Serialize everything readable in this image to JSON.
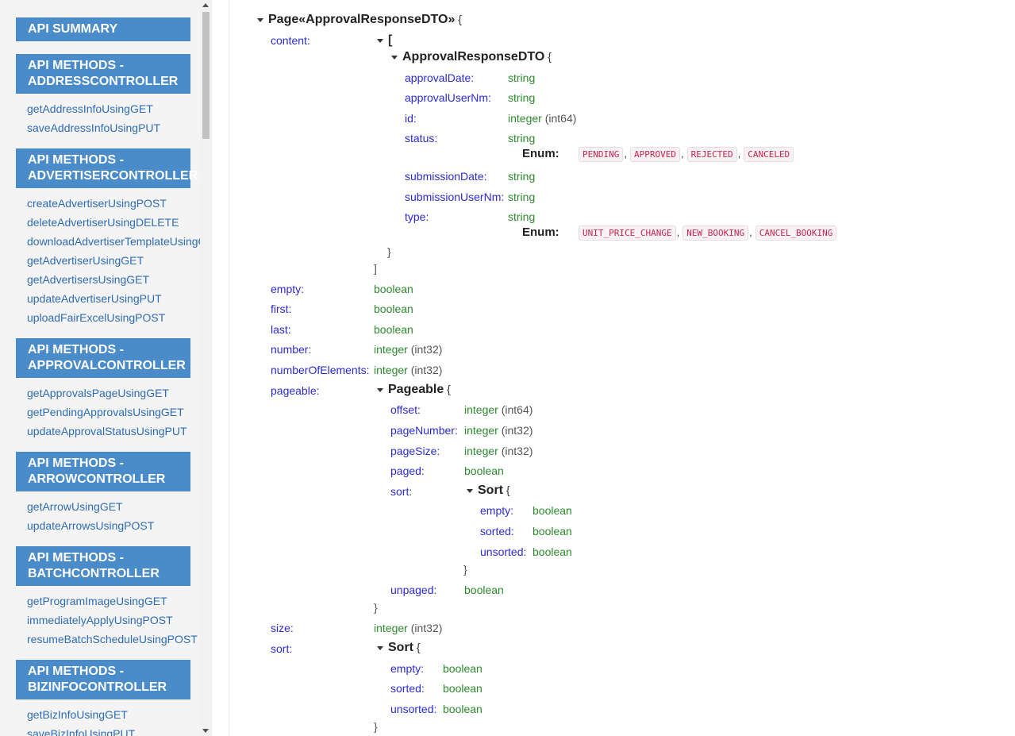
{
  "sidebar": {
    "summary_label": "API SUMMARY",
    "sections": [
      {
        "title": "API METHODS - ADDRESSCONTROLLER",
        "links": [
          "getAddressInfoUsingGET",
          "saveAddressInfoUsingPUT"
        ]
      },
      {
        "title": "API METHODS - ADVERTISERCONTROLLER",
        "links": [
          "createAdvertiserUsingPOST",
          "deleteAdvertiserUsingDELETE",
          "downloadAdvertiserTemplateUsingGET",
          "getAdvertiserUsingGET",
          "getAdvertisersUsingGET",
          "updateAdvertiserUsingPUT",
          "uploadFairExcelUsingPOST"
        ]
      },
      {
        "title": "API METHODS - APPROVALCONTROLLER",
        "links": [
          "getApprovalsPageUsingGET",
          "getPendingApprovalsUsingGET",
          "updateApprovalStatusUsingPUT"
        ]
      },
      {
        "title": "API METHODS - ARROWCONTROLLER",
        "links": [
          "getArrowUsingGET",
          "updateArrowsUsingPOST"
        ]
      },
      {
        "title": "API METHODS - BATCHCONTROLLER",
        "links": [
          "getProgramImageUsingGET",
          "immediatelyApplyUsingPOST",
          "resumeBatchScheduleUsingPOST"
        ]
      },
      {
        "title": "API METHODS - BIZINFOCONTROLLER",
        "links": [
          "getBizInfoUsingGET",
          "saveBizInfoUsingPUT"
        ]
      }
    ]
  },
  "model": {
    "title": "Page«ApprovalResponseDTO»",
    "open_brace": "{",
    "close_brace": "}",
    "enum_label": "Enum:",
    "content": {
      "key": "content:",
      "open_bracket": "[",
      "close_bracket": "]",
      "item_title": "ApprovalResponseDTO",
      "fields": [
        {
          "key": "approvalDate:",
          "type": "string"
        },
        {
          "key": "approvalUserNm:",
          "type": "string"
        },
        {
          "key": "id:",
          "type": "integer",
          "format": "(int64)"
        },
        {
          "key": "status:",
          "type": "string",
          "enum": [
            "PENDING",
            "APPROVED",
            "REJECTED",
            "CANCELED"
          ]
        },
        {
          "key": "submissionDate:",
          "type": "string"
        },
        {
          "key": "submissionUserNm:",
          "type": "string"
        },
        {
          "key": "type:",
          "type": "string",
          "enum": [
            "UNIT_PRICE_CHANGE",
            "NEW_BOOKING",
            "CANCEL_BOOKING"
          ]
        }
      ]
    },
    "fields": [
      {
        "key": "empty:",
        "type": "boolean"
      },
      {
        "key": "first:",
        "type": "boolean"
      },
      {
        "key": "last:",
        "type": "boolean"
      },
      {
        "key": "number:",
        "type": "integer",
        "format": "(int32)"
      },
      {
        "key": "numberOfElements:",
        "type": "integer",
        "format": "(int32)"
      }
    ],
    "pageable": {
      "key": "pageable:",
      "title": "Pageable",
      "fields": [
        {
          "key": "offset:",
          "type": "integer",
          "format": "(int64)"
        },
        {
          "key": "pageNumber:",
          "type": "integer",
          "format": "(int32)"
        },
        {
          "key": "pageSize:",
          "type": "integer",
          "format": "(int32)"
        },
        {
          "key": "paged:",
          "type": "boolean"
        }
      ],
      "sort": {
        "key": "sort:",
        "title": "Sort",
        "fields": [
          {
            "key": "empty:",
            "type": "boolean"
          },
          {
            "key": "sorted:",
            "type": "boolean"
          },
          {
            "key": "unsorted:",
            "type": "boolean"
          }
        ]
      },
      "after_fields": [
        {
          "key": "unpaged:",
          "type": "boolean"
        }
      ]
    },
    "size": {
      "key": "size:",
      "type": "integer",
      "format": "(int32)"
    },
    "sort": {
      "key": "sort:",
      "title": "Sort",
      "fields": [
        {
          "key": "empty:",
          "type": "boolean"
        },
        {
          "key": "sorted:",
          "type": "boolean"
        },
        {
          "key": "unsorted:",
          "type": "boolean"
        }
      ]
    }
  }
}
